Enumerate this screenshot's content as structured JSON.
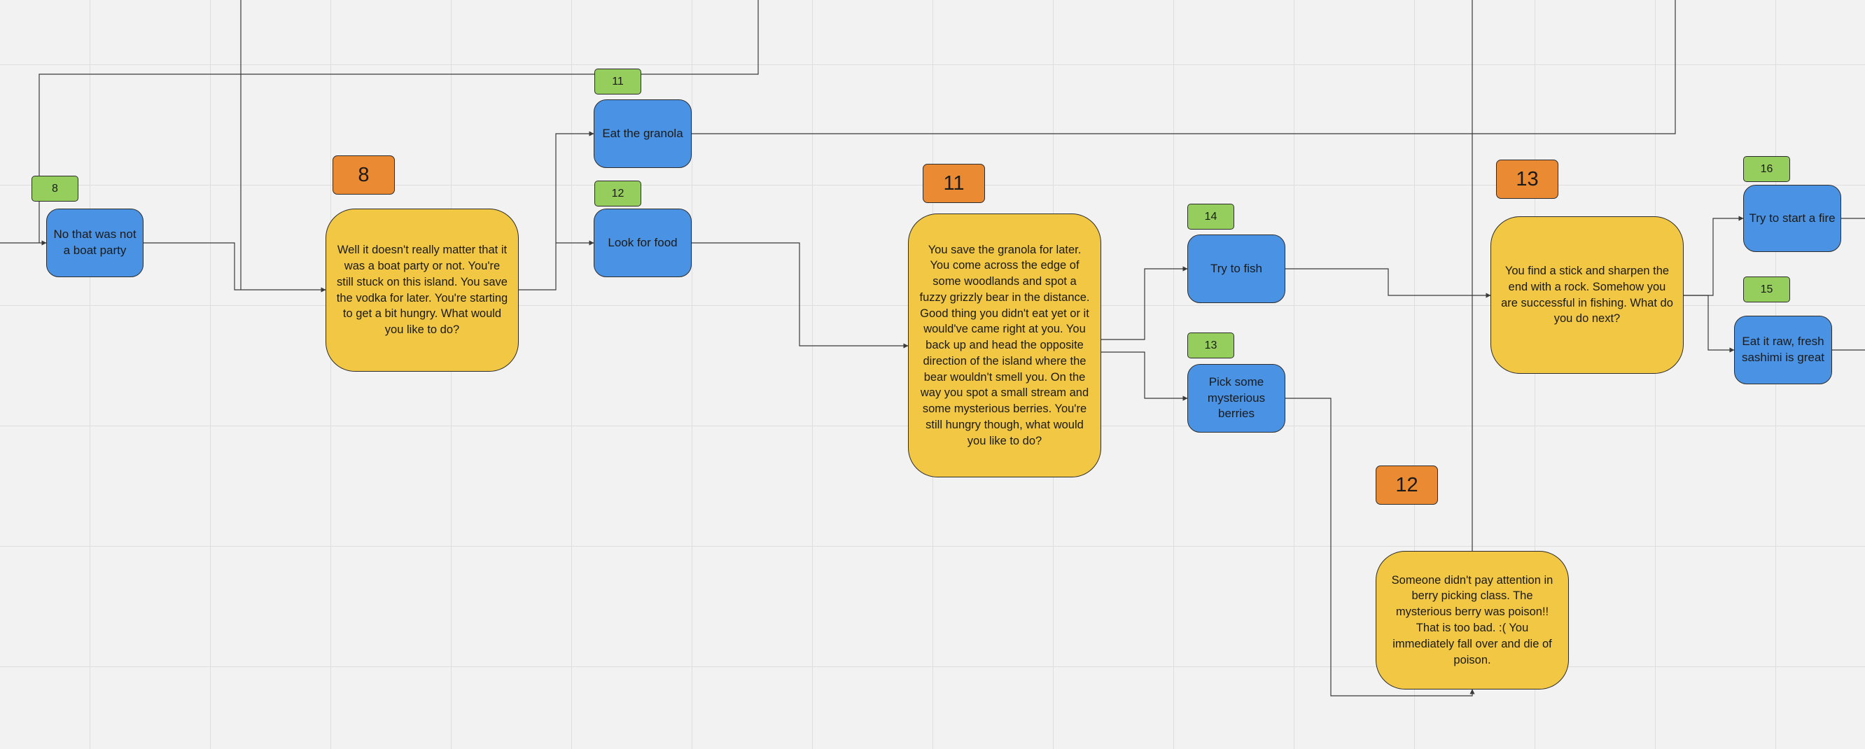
{
  "story_nodes": [
    {
      "id": "8",
      "text": "Well it doesn't really matter that it was a boat party or not. You're still stuck on this island. You save the vodka for later. You're starting to get a bit hungry. What would you like to do?"
    },
    {
      "id": "11",
      "text": "You save the granola for later. You come across the edge of some woodlands and spot a fuzzy grizzly bear in the distance. Good thing you didn't eat yet or it would've came right at you. You back up and head the opposite direction of the island where the bear wouldn't smell you. On the way you spot a small stream and some mysterious berries. You're still hungry though, what would you like to do?"
    },
    {
      "id": "13",
      "text": "You find a stick and sharpen the end with a rock. Somehow you are successful in fishing. What do you do next?"
    },
    {
      "id": "12",
      "text": "Someone didn't pay attention in berry picking class. The mysterious berry was poison!! That is too bad. :( You immediately fall over and die of poison."
    }
  ],
  "choices": [
    {
      "label": "No that was not a boat party",
      "target": "8"
    },
    {
      "label": "Eat the granola",
      "target": "11"
    },
    {
      "label": "Look for food",
      "target": "12"
    },
    {
      "label": "Try to fish",
      "target": "14"
    },
    {
      "label": "Pick some mysterious berries",
      "target": "13"
    },
    {
      "label": "Try to start a fire",
      "target": "16"
    },
    {
      "label": "Eat it raw, fresh sashimi is great",
      "target": "15"
    }
  ],
  "colors": {
    "canvas": "#f2f2f2",
    "grid": "#dedede",
    "story_node": "#f2c744",
    "choice_node": "#4a93e4",
    "node_number": "#ea8a32",
    "choice_target": "#95ce5c",
    "connector": "#3a3a3a"
  }
}
